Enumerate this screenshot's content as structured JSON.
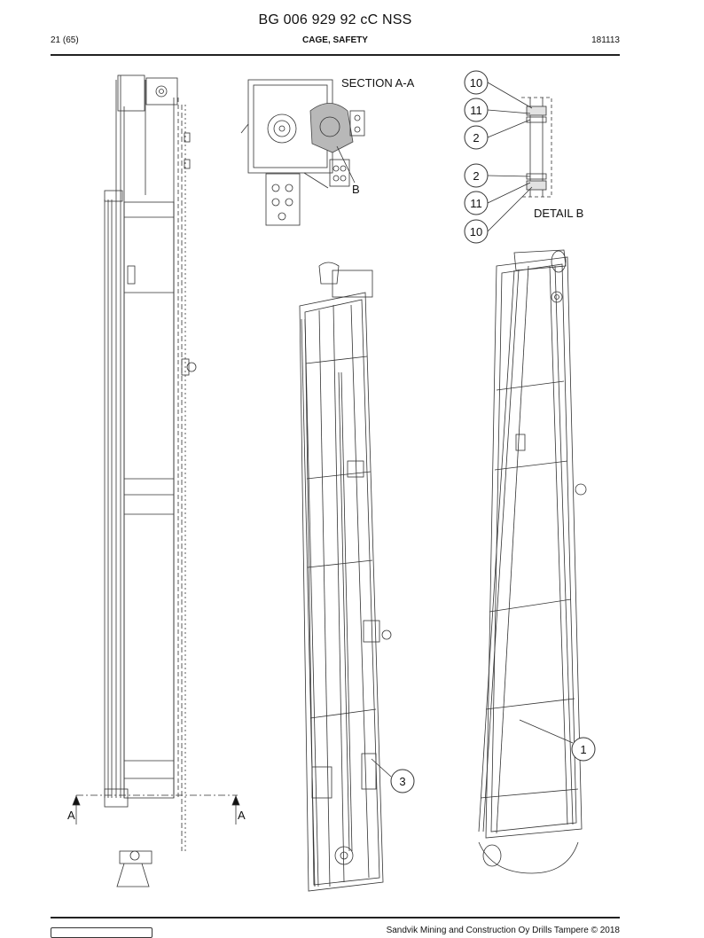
{
  "document": {
    "title": "BG 006 929 92 cC NSS",
    "page": "21 (65)",
    "section": "CAGE, SAFETY",
    "code": "181113",
    "footer": "Sandvik Mining and Construction Oy Drills Tampere © 2018"
  },
  "labels": {
    "section_aa": "SECTION A-A",
    "detail_b": "DETAIL B",
    "section_marker": "A",
    "detail_marker": "B"
  },
  "callouts": [
    "10",
    "11",
    "2",
    "2",
    "11",
    "10",
    "1",
    "3"
  ]
}
